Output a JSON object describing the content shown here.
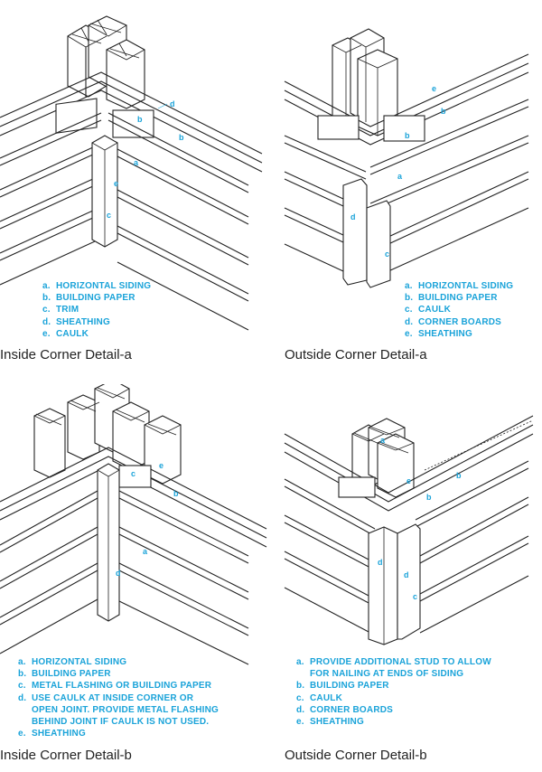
{
  "panels": [
    {
      "caption": "Inside Corner Detail-a",
      "callouts": [
        "d",
        "b",
        "b",
        "a",
        "e",
        "c"
      ],
      "legend": [
        {
          "key": "a.",
          "text": "HORIZONTAL SIDING"
        },
        {
          "key": "b.",
          "text": "BUILDING PAPER"
        },
        {
          "key": "c.",
          "text": "TRIM"
        },
        {
          "key": "d.",
          "text": "SHEATHING"
        },
        {
          "key": "e.",
          "text": "CAULK"
        }
      ]
    },
    {
      "caption": "Outside Corner Detail-a",
      "callouts": [
        "e",
        "b",
        "b",
        "a",
        "d",
        "c"
      ],
      "legend": [
        {
          "key": "a.",
          "text": "HORIZONTAL SIDING"
        },
        {
          "key": "b.",
          "text": "BUILDING PAPER"
        },
        {
          "key": "c.",
          "text": "CAULK"
        },
        {
          "key": "d.",
          "text": "CORNER BOARDS"
        },
        {
          "key": "e.",
          "text": "SHEATHING"
        }
      ]
    },
    {
      "caption": "Inside Corner Detail-b",
      "callouts": [
        "c",
        "e",
        "b",
        "a",
        "d"
      ],
      "legend": [
        {
          "key": "a.",
          "text": "HORIZONTAL SIDING"
        },
        {
          "key": "b.",
          "text": "BUILDING PAPER"
        },
        {
          "key": "c.",
          "text": "METAL FLASHING OR BUILDING PAPER"
        },
        {
          "key": "d.",
          "text": "USE CAULK AT INSIDE CORNER OR"
        },
        {
          "key": "",
          "text": "OPEN JOINT. PROVIDE METAL FLASHING"
        },
        {
          "key": "",
          "text": "BEHIND JOINT IF CAULK IS NOT USED."
        },
        {
          "key": "e.",
          "text": "SHEATHING"
        }
      ]
    },
    {
      "caption": "Outside Corner Detail-b",
      "callouts": [
        "a",
        "e",
        "b",
        "b",
        "d",
        "d",
        "c"
      ],
      "legend": [
        {
          "key": "a.",
          "text": "PROVIDE ADDITIONAL STUD TO ALLOW"
        },
        {
          "key": "",
          "text": "FOR NAILING AT ENDS OF SIDING"
        },
        {
          "key": "b.",
          "text": "BUILDING PAPER"
        },
        {
          "key": "c.",
          "text": "CAULK"
        },
        {
          "key": "d.",
          "text": "CORNER BOARDS"
        },
        {
          "key": "e.",
          "text": "SHEATHING"
        }
      ]
    }
  ]
}
